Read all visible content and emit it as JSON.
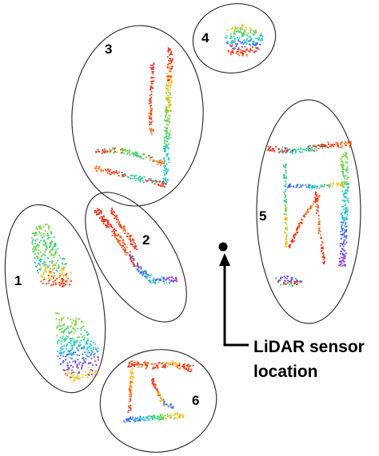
{
  "clusters": [
    {
      "id": "1",
      "label": "1"
    },
    {
      "id": "2",
      "label": "2"
    },
    {
      "id": "3",
      "label": "3"
    },
    {
      "id": "4",
      "label": "4"
    },
    {
      "id": "5",
      "label": "5"
    },
    {
      "id": "6",
      "label": "6"
    }
  ],
  "sensor": {
    "label_line1": "LiDAR sensor",
    "label_line2": "location"
  },
  "colors": {
    "outline": "#333333",
    "sensor": "#000000",
    "point_palette": [
      "#e8331e",
      "#ff6a1a",
      "#f2c21b",
      "#7bd33a",
      "#2fd08a",
      "#2bc7d6",
      "#3b6cf0",
      "#8a3fd6"
    ]
  }
}
